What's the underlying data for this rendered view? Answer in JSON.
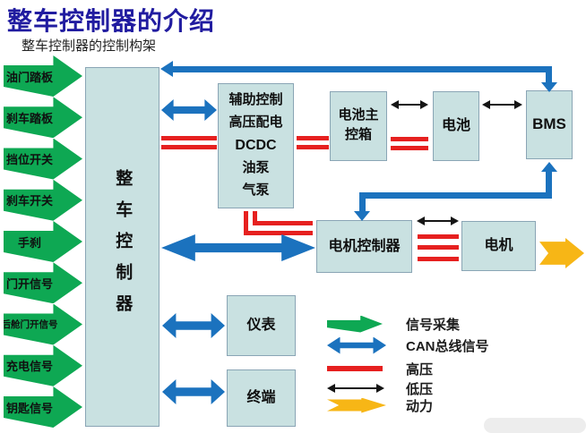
{
  "page": {
    "title": "整车控制器的介绍",
    "subtitle": "整车控制器的控制构架"
  },
  "inputs": [
    {
      "label": "油门踏板"
    },
    {
      "label": "刹车踏板"
    },
    {
      "label": "挡位开关"
    },
    {
      "label": "刹车开关"
    },
    {
      "label": "手刹"
    },
    {
      "label": "门开信号"
    },
    {
      "label": "后舱门开信号"
    },
    {
      "label": "充电信号"
    },
    {
      "label": "钥匙信号"
    }
  ],
  "boxes": {
    "vcu": {
      "label": "整车控制器"
    },
    "aux": {
      "lines": [
        "辅助控制",
        "高压配电",
        "DCDC",
        "油泵",
        "气泵"
      ]
    },
    "battery_main": {
      "lines": [
        "电池主",
        "控箱"
      ]
    },
    "battery": {
      "label": "电池"
    },
    "bms": {
      "label": "BMS"
    },
    "motor_controller": {
      "label": "电机控制器"
    },
    "motor": {
      "label": "电机"
    },
    "instrument": {
      "label": "仪表"
    },
    "terminal": {
      "label": "终端"
    }
  },
  "legend": [
    {
      "key": "signal",
      "label": "信号采集"
    },
    {
      "key": "can",
      "label": "CAN总线信号"
    },
    {
      "key": "hv",
      "label": "高压"
    },
    {
      "key": "lv",
      "label": "低压"
    },
    {
      "key": "power",
      "label": "动力"
    }
  ],
  "colors": {
    "title": "#211CA0",
    "signal_green": "#0EA853",
    "can_blue": "#1B72BE",
    "hv_red": "#E6201F",
    "lv_black": "#151515",
    "power_yellow": "#F7B616",
    "box_fill": "#C9E1E1"
  }
}
